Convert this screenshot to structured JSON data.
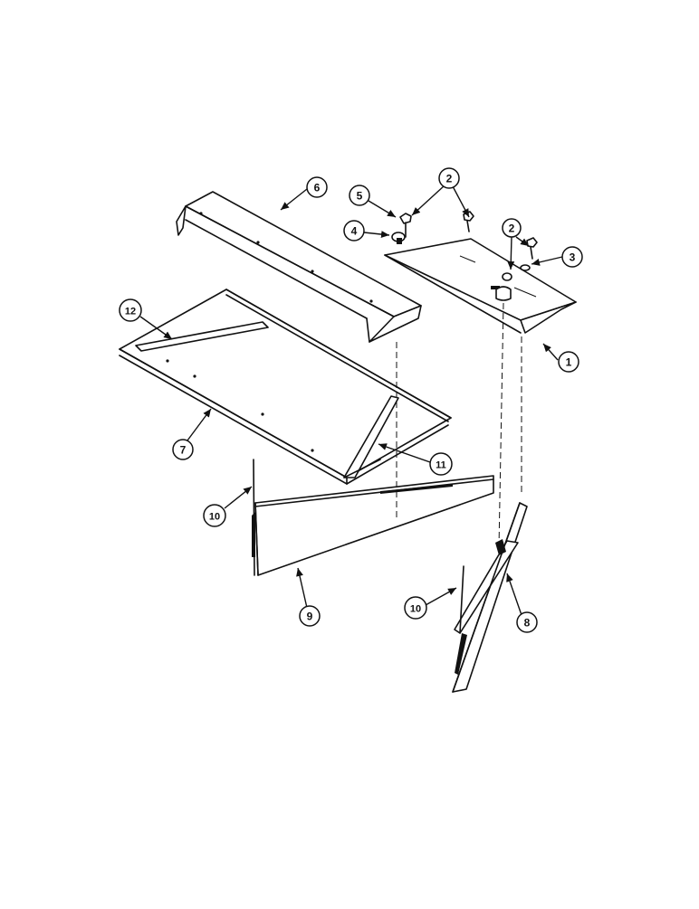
{
  "callouts": [
    {
      "id": "c1",
      "label": "1"
    },
    {
      "id": "c2a",
      "label": "2"
    },
    {
      "id": "c2b",
      "label": "2"
    },
    {
      "id": "c3",
      "label": "3"
    },
    {
      "id": "c4",
      "label": "4"
    },
    {
      "id": "c5",
      "label": "5"
    },
    {
      "id": "c6",
      "label": "6"
    },
    {
      "id": "c7",
      "label": "7"
    },
    {
      "id": "c8",
      "label": "8"
    },
    {
      "id": "c9",
      "label": "9"
    },
    {
      "id": "c10a",
      "label": "10"
    },
    {
      "id": "c10b",
      "label": "10"
    },
    {
      "id": "c11",
      "label": "11"
    },
    {
      "id": "c12",
      "label": "12"
    }
  ]
}
